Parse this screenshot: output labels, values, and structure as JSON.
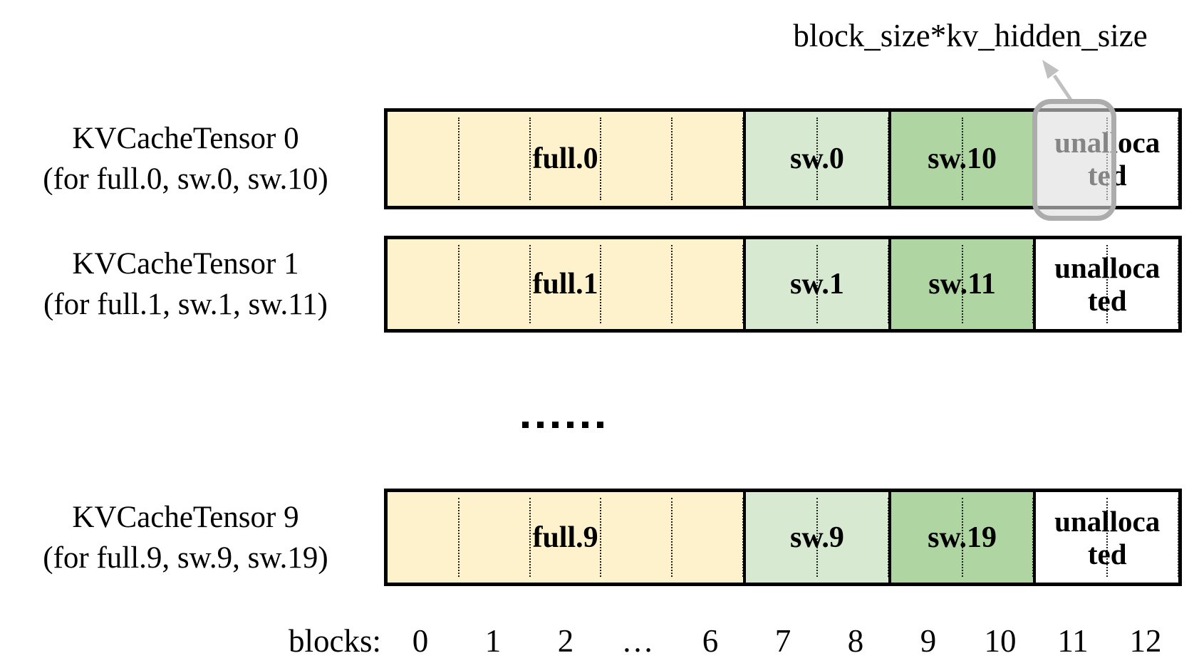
{
  "annotation": {
    "text": "block_size*kv_hidden_size"
  },
  "rows": [
    {
      "title": "KVCacheTensor 0",
      "subtitle": "(for full.0, sw.0, sw.10)",
      "full_label": "full.0",
      "sw_a_label": "sw.0",
      "sw_b_label": "sw.10",
      "unallocated_lines": [
        "unalloca",
        "ted"
      ],
      "highlighted": true
    },
    {
      "title": "KVCacheTensor 1",
      "subtitle": "(for full.1, sw.1, sw.11)",
      "full_label": "full.1",
      "sw_a_label": "sw.1",
      "sw_b_label": "sw.11",
      "unallocated_lines": [
        "unalloca",
        "ted"
      ],
      "highlighted": false
    },
    {
      "title": "KVCacheTensor 9",
      "subtitle": "(for full.9, sw.9, sw.19)",
      "full_label": "full.9",
      "sw_a_label": "sw.9",
      "sw_b_label": "sw.19",
      "unallocated_lines": [
        "unalloca",
        "ted"
      ],
      "highlighted": false
    }
  ],
  "ellipsis": "……",
  "axis": {
    "label": "blocks:",
    "ticks": [
      "0",
      "1",
      "2",
      "…",
      "6",
      "7",
      "8",
      "9",
      "10",
      "11",
      "12"
    ]
  },
  "colors": {
    "full": "#FDF2CC",
    "sw_recent": "#D8E9D2",
    "sw_old": "#AFD5A2",
    "unallocated": "#FFFFFF",
    "highlight_border": "#ACACAC",
    "arrow": "#C0C0C0"
  }
}
